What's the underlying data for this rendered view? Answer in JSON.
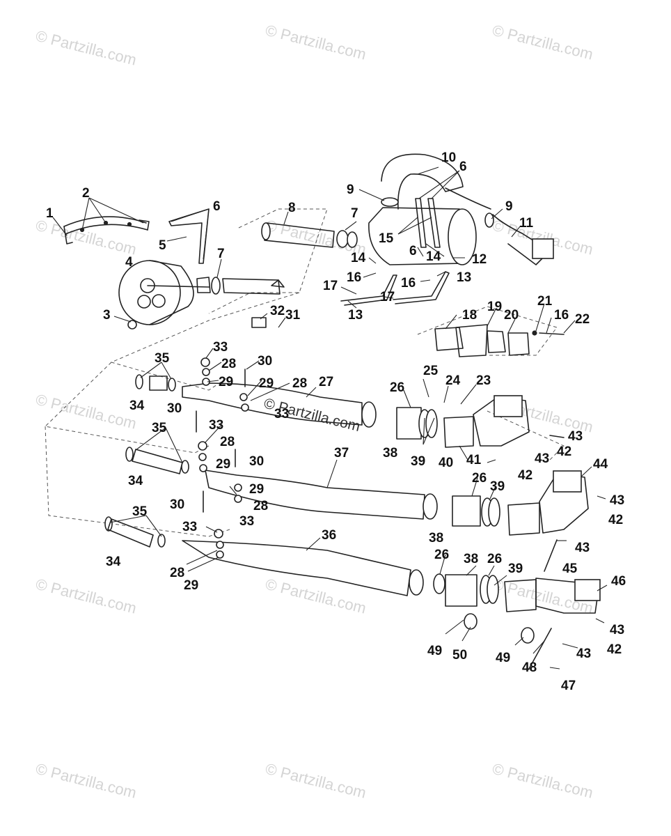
{
  "watermark": {
    "text": "© Partzilla.com",
    "center_text": "© Partzilla.com"
  },
  "callouts": [
    "1",
    "2",
    "3",
    "4",
    "5",
    "6",
    "7",
    "8",
    "9",
    "10",
    "11",
    "12",
    "13",
    "14",
    "15",
    "16",
    "17",
    "18",
    "19",
    "20",
    "21",
    "22",
    "23",
    "24",
    "25",
    "26",
    "27",
    "28",
    "29",
    "30",
    "31",
    "32",
    "33",
    "34",
    "35",
    "36",
    "37",
    "38",
    "39",
    "40",
    "41",
    "42",
    "43",
    "44",
    "45",
    "46",
    "47",
    "48",
    "49",
    "50"
  ],
  "labels": {
    "l1": "1",
    "l2": "2",
    "l3": "3",
    "l4": "4",
    "l5": "5",
    "l6a": "6",
    "l7a": "7",
    "l8": "8",
    "l9a": "9",
    "l10": "10",
    "l6b": "6",
    "l9b": "9",
    "l11": "11",
    "l7b": "7",
    "l15": "15",
    "l6c": "6",
    "l14a": "14",
    "l14b": "14",
    "l12": "12",
    "l16a": "16",
    "l16b": "16",
    "l13a": "13",
    "l17a": "17",
    "l17b": "17",
    "l13b": "13",
    "l32": "32",
    "l31": "31",
    "l18": "18",
    "l19": "19",
    "l20": "20",
    "l21": "21",
    "l16c": "16",
    "l22": "22",
    "l33a": "33",
    "l35a": "35",
    "l28a": "28",
    "l30a": "30",
    "l29a": "29",
    "l29b": "29",
    "l28b": "28",
    "l27": "27",
    "l34a": "34",
    "l30b": "30",
    "l33b": "33",
    "l25": "25",
    "l24": "24",
    "l23": "23",
    "l26a": "26",
    "l38a": "38",
    "l39a": "39",
    "l40": "40",
    "l41": "41",
    "l43a": "43",
    "l42a": "42",
    "l43b": "43",
    "l42b": "42",
    "l35b": "35",
    "l33c": "33",
    "l28c": "28",
    "l29c": "29",
    "l30c": "30",
    "l34b": "34",
    "l37": "37",
    "l29d": "29",
    "l30d": "30",
    "l28d": "28",
    "l33d": "33",
    "l26b": "26",
    "l39b": "39",
    "l44": "44",
    "l43c": "43",
    "l42c": "42",
    "l35c": "35",
    "l33e": "33",
    "l34c": "34",
    "l36": "36",
    "l38b": "38",
    "l43d": "43",
    "l45": "45",
    "l28e": "28",
    "l29e": "29",
    "l26c": "26",
    "l38c": "38",
    "l26d": "26",
    "l39c": "39",
    "l46": "46",
    "l43e": "43",
    "l42d": "42",
    "l49a": "49",
    "l50": "50",
    "l49b": "49",
    "l43f": "43",
    "l48": "48",
    "l47": "47"
  }
}
